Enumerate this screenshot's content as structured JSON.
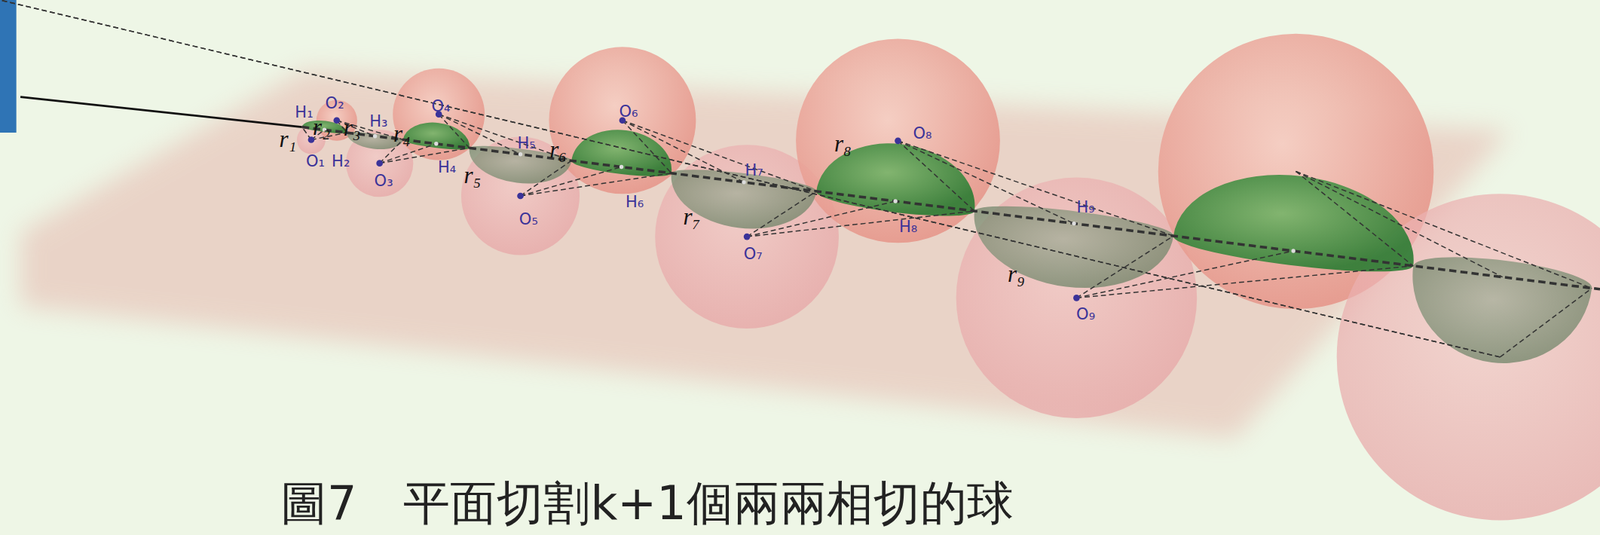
{
  "diagram": {
    "caption": "圖7　平面切割k+1個兩兩相切的球",
    "labels": [
      "H₁",
      "O₂",
      "r₁",
      "r₂",
      "O₁",
      "H₂",
      "r₃",
      "H₃",
      "r₄",
      "O₃",
      "O₄",
      "H₄",
      "r₅",
      "H₅",
      "r₆",
      "O₅",
      "O₆",
      "H₆",
      "H₇",
      "r₇",
      "O₇",
      "r₈",
      "O₈",
      "H₈",
      "H₉",
      "r₉",
      "O₉"
    ]
  }
}
